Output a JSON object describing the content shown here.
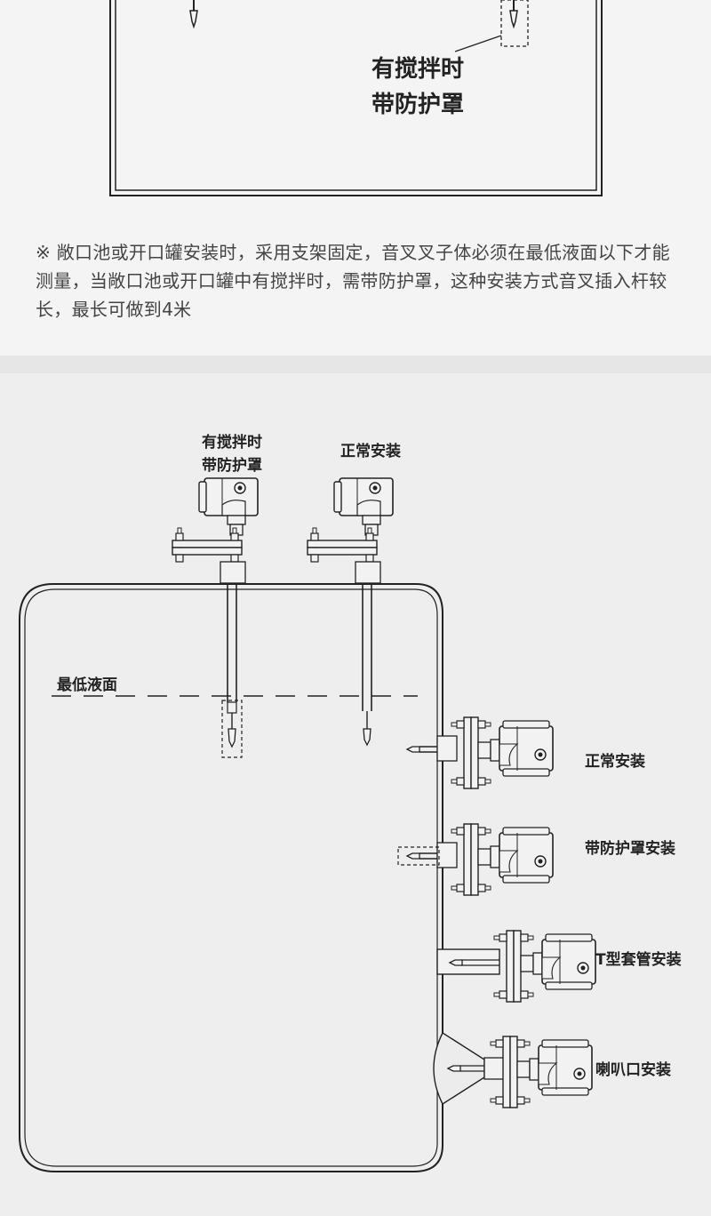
{
  "top_callout": {
    "line1": "有搅拌时",
    "line2": "带防护罩"
  },
  "note": {
    "text": "※  敞口池或开口罐安装时，采用支架固定，音叉叉子体必须在最低液面以下才能测量，当敞口池或开口罐中有搅拌时，需带防护罩，这种安装方式音叉插入杆较长，最长可做到4米"
  },
  "diagram": {
    "top_left_label_line1": "有搅拌时",
    "top_left_label_line2": "带防护罩",
    "top_right_label": "正常安装",
    "liquid_level_label": "最低液面",
    "side_labels": [
      "正常安装",
      "带防护罩安装",
      "T型套管安装",
      "喇叭口安装"
    ]
  },
  "colors": {
    "line": "#222222",
    "panel_top": "#f4f4f4",
    "panel_bottom": "#eeeeee",
    "device_fill": "#f2f2f2"
  }
}
